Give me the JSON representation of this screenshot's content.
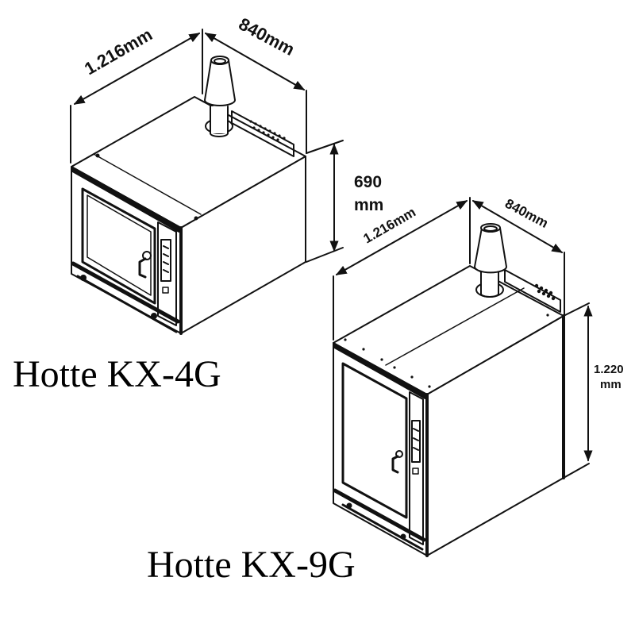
{
  "units": [
    {
      "id": "kx-4g",
      "caption": "Hotte KX-4G",
      "dimensions": {
        "width_label": "1.216mm",
        "depth_label": "840mm",
        "height_value": "690",
        "height_unit": "mm"
      }
    },
    {
      "id": "kx-9g",
      "caption": "Hotte KX-9G",
      "dimensions": {
        "width_label": "1.216mm",
        "depth_label": "840mm",
        "height_value": "1.220",
        "height_unit": "mm"
      }
    }
  ],
  "colors": {
    "line": "#111111",
    "background": "#ffffff"
  }
}
